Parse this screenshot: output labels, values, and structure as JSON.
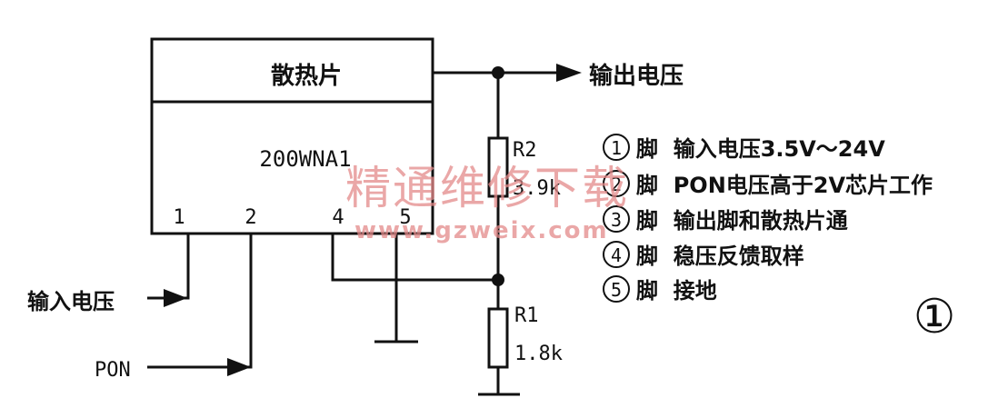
{
  "chip": {
    "heatsink_label": "散热片",
    "model_label": "200WNA1",
    "pins": [
      "1",
      "2",
      "4",
      "5"
    ]
  },
  "signals": {
    "output": "输出电压",
    "input": "输入电压",
    "pon": "PON"
  },
  "resistors": {
    "r2": {
      "name": "R2",
      "value": "3.9k"
    },
    "r1": {
      "name": "R1",
      "value": "1.8k"
    }
  },
  "notes": [
    {
      "num": "1",
      "text": "脚  输入电压3.5V～24V"
    },
    {
      "num": "2",
      "text": "脚  PON电压高于2V芯片工作"
    },
    {
      "num": "3",
      "text": "脚  输出脚和散热片通"
    },
    {
      "num": "4",
      "text": "脚  稳压反馈取样"
    },
    {
      "num": "5",
      "text": "脚  接地"
    }
  ],
  "figure_number": "①",
  "watermark": {
    "cn": "精通维修下载",
    "url": "www.gzweix.com"
  },
  "colors": {
    "ink": "#111111",
    "watermark": "#e48a8a"
  }
}
